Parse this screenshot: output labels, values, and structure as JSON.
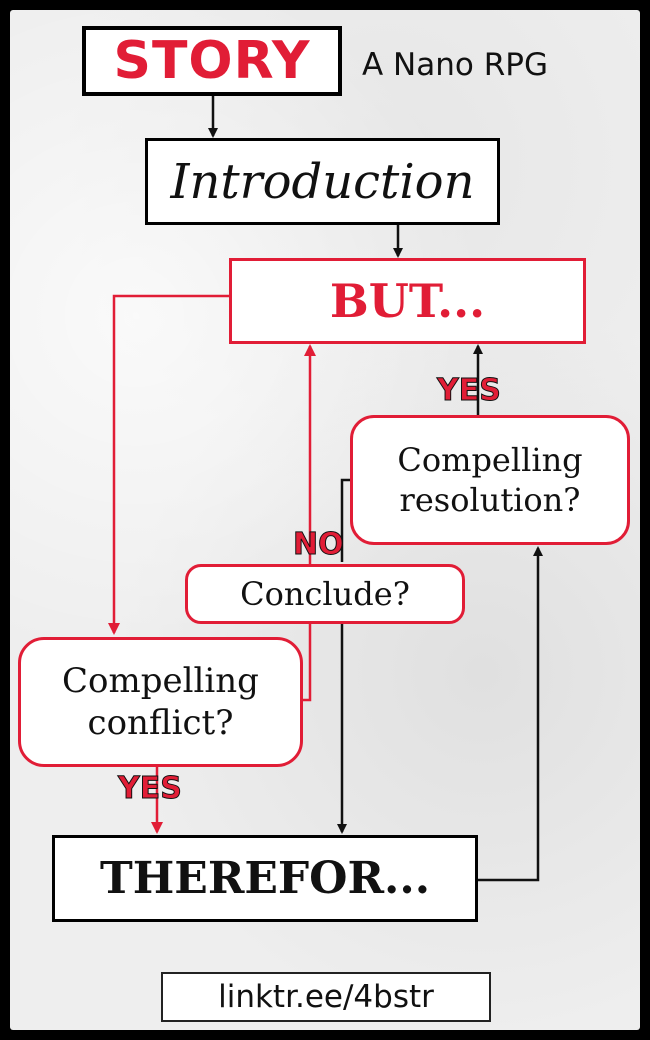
{
  "header": {
    "title": "STORY",
    "subtitle": "A Nano RPG"
  },
  "nodes": {
    "introduction": "Introduction",
    "but": "BUT...",
    "compelling_resolution": "Compelling resolution?",
    "conclude": "Conclude?",
    "compelling_conflict": "Compelling conflict?",
    "therefor": "THEREFOR..."
  },
  "labels": {
    "yes_resolution": "YES",
    "no_conclude": "NO",
    "yes_conflict": "YES"
  },
  "footer": {
    "link": "linktr.ee/4bstr"
  },
  "colors": {
    "accent": "#e11d36",
    "ink": "#111111",
    "frame": "#000000",
    "paper": "#eeeeee"
  }
}
